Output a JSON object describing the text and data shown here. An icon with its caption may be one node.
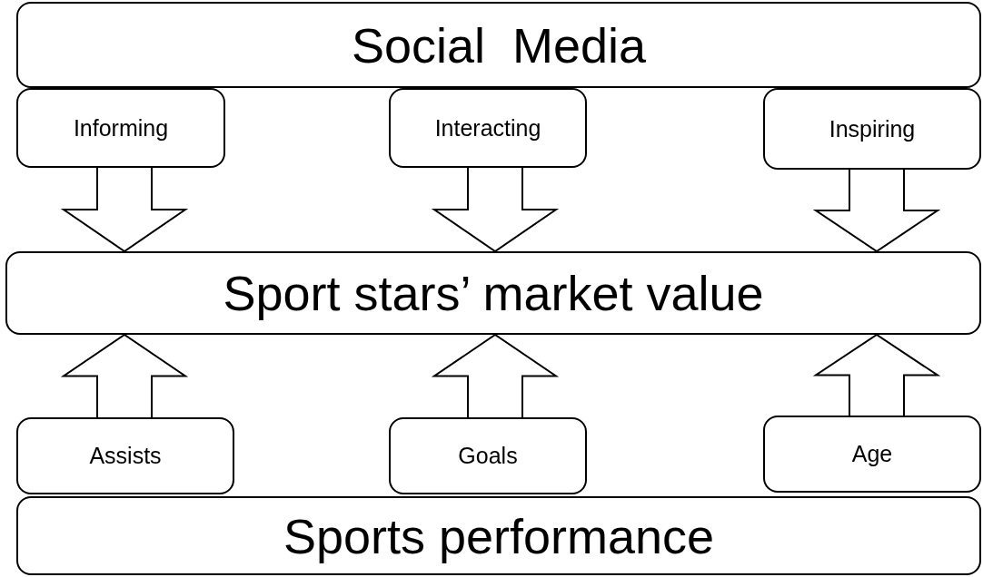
{
  "diagram": {
    "nodes": [
      {
        "text": [
          "Social  Media"
        ]
      },
      {
        "text": [
          "Informing"
        ]
      },
      {
        "text": [
          "Interacting"
        ]
      },
      {
        "text": [
          "Inspiring"
        ]
      },
      {
        "text": [
          "Sport stars’ market value"
        ]
      },
      {
        "text": [
          "Assists"
        ]
      },
      {
        "text": [
          "Goals"
        ]
      },
      {
        "text": [
          "Age"
        ]
      },
      {
        "text": [
          "Sports performance"
        ]
      }
    ],
    "edges": [
      {
        "from": 1,
        "to": 4,
        "arrow": "to"
      },
      {
        "from": 2,
        "to": 4,
        "arrow": "to"
      },
      {
        "from": 3,
        "to": 4,
        "arrow": "to"
      },
      {
        "from": 5,
        "to": 4,
        "arrow": "to"
      },
      {
        "from": 6,
        "to": 4,
        "arrow": "to"
      },
      {
        "from": 7,
        "to": 4,
        "arrow": "to"
      }
    ]
  }
}
